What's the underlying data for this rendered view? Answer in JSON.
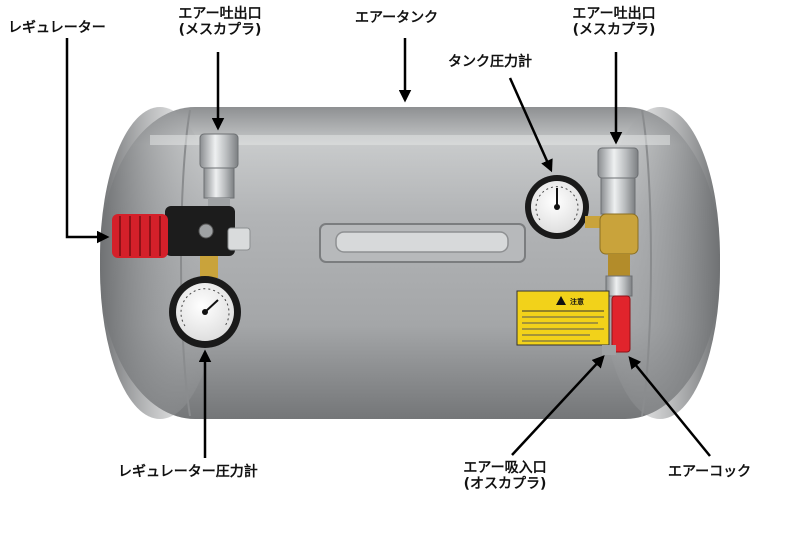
{
  "labels": {
    "regulator": "レギュレーター",
    "outlet_left_line1": "エアー吐出口",
    "outlet_left_line2": "(メスカプラ)",
    "air_tank": "エアータンク",
    "outlet_right_line1": "エアー吐出口",
    "outlet_right_line2": "(メスカプラ)",
    "tank_gauge": "タンク圧力計",
    "regulator_gauge": "レギュレーター圧力計",
    "inlet_line1": "エアー吸入口",
    "inlet_line2": "(オスカプラ)",
    "air_cock": "エアーコック"
  },
  "warning_sticker": {
    "heading": "注意"
  },
  "colors": {
    "tank_body": "#a9abad",
    "tank_highlight": "#d9dadb",
    "tank_shadow": "#6f7173",
    "regulator_knob": "#d4202a",
    "regulator_body": "#1c1c1c",
    "brass": "#c9a33b",
    "chrome": "#cfd2d4",
    "sticker": "#f2d21a",
    "cock_handle": "#e1242c",
    "arrow": "#000000"
  }
}
